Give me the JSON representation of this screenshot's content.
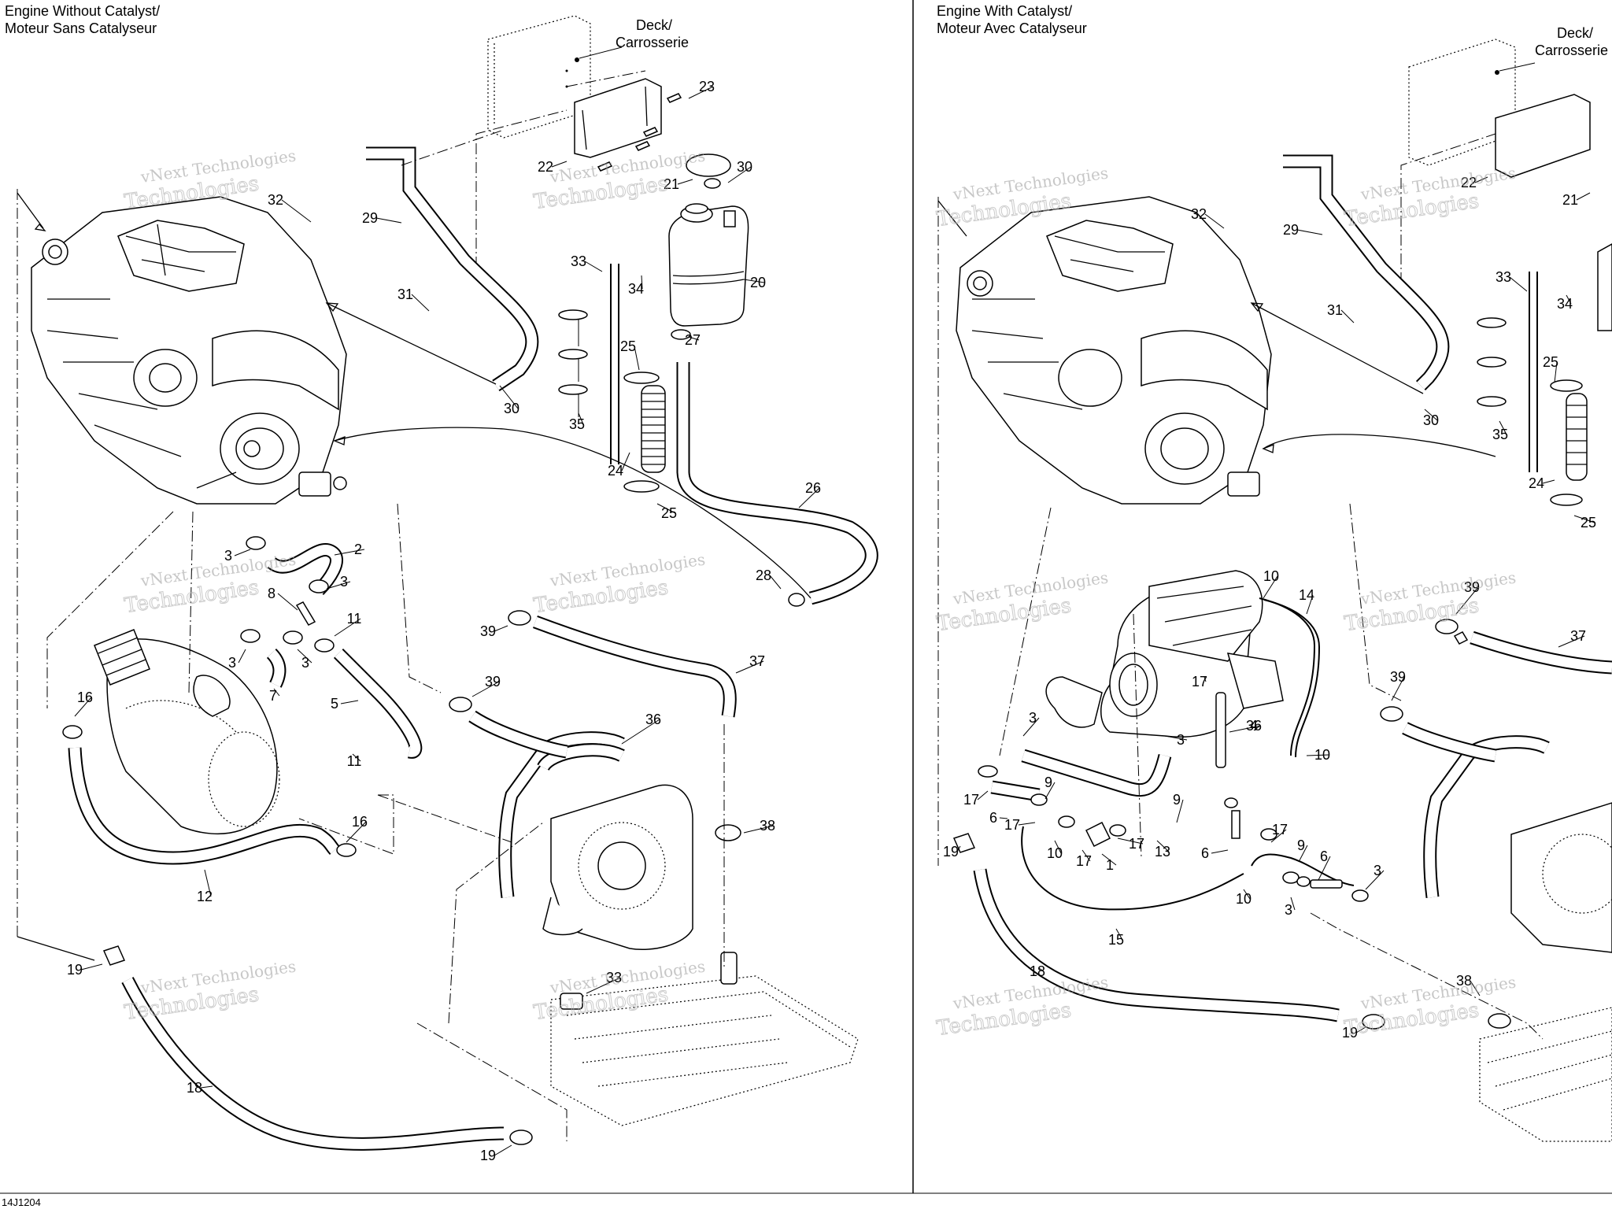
{
  "panels": [
    {
      "title_en": "Engine Without Catalyst/",
      "title_fr": "Moteur Sans Catalyseur",
      "deck_en": "Deck/",
      "deck_fr": "Carrosserie"
    },
    {
      "title_en": "Engine With Catalyst/",
      "title_fr": "Moteur Avec Catalyseur",
      "deck_en": "Deck/",
      "deck_fr": "Carrosserie"
    }
  ],
  "watermark_line1": "vNext Technologies",
  "watermark_line2": "Technologies",
  "diagram_code": "14J1204",
  "callouts_left": [
    "23",
    "22",
    "21",
    "30",
    "20",
    "29",
    "33",
    "34",
    "32",
    "31",
    "27",
    "25",
    "35",
    "30",
    "24",
    "25",
    "26",
    "3",
    "2",
    "8",
    "3",
    "11",
    "28",
    "39",
    "3",
    "3",
    "7",
    "5",
    "37",
    "16",
    "39",
    "11",
    "36",
    "16",
    "12",
    "38",
    "19",
    "33",
    "18",
    "19"
  ],
  "callouts_right": [
    "22",
    "21",
    "32",
    "29",
    "33",
    "34",
    "31",
    "30",
    "25",
    "35",
    "24",
    "25",
    "10",
    "14",
    "39",
    "37",
    "17",
    "39",
    "3",
    "4",
    "10",
    "3",
    "17",
    "9",
    "6",
    "17",
    "10",
    "17",
    "1",
    "17",
    "13",
    "9",
    "36",
    "17",
    "19",
    "6",
    "9",
    "10",
    "6",
    "3",
    "3",
    "15",
    "18",
    "38",
    "19"
  ]
}
